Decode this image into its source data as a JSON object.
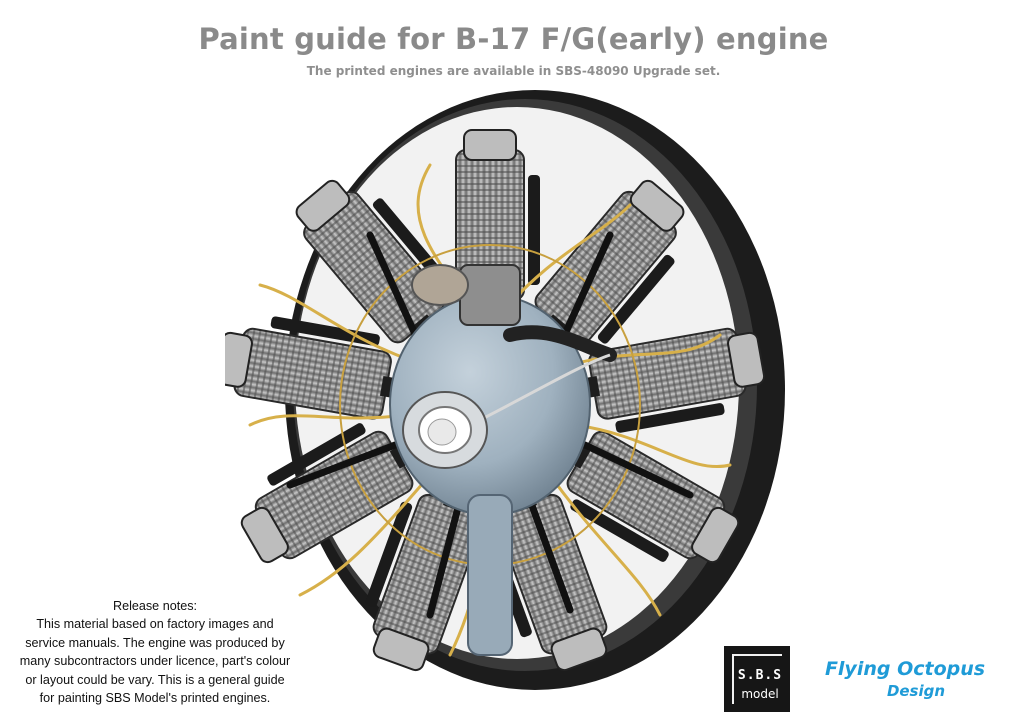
{
  "header": {
    "title": "Paint guide for B-17 F/G(early) engine",
    "subtitle": "The printed engines are available in SBS-48090 Upgrade set."
  },
  "release_notes": {
    "heading": "Release notes:",
    "lines": [
      "This material based on factory images and",
      "service manuals. The engine was produced by",
      "many subcontractors under licence, part's colour",
      "or layout could be vary. This is a general guide",
      "for painting SBS Model's printed engines."
    ]
  },
  "logos": {
    "sbs_line1": "S.B.S",
    "sbs_line2": "model",
    "fo_line1": "Flying Octopus",
    "fo_line2": "Design"
  },
  "colors": {
    "crankcase": "#9fb1bf",
    "cylinder": "#8e8e8e",
    "wire": "#d7b04a",
    "ring": "#1c1c1c",
    "brand_blue": "#1f9bd7"
  }
}
